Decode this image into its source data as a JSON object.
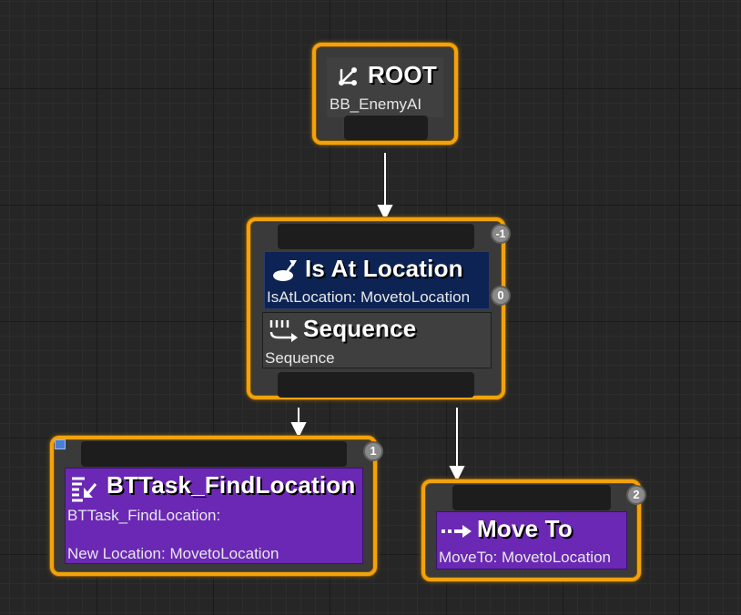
{
  "root": {
    "title": "ROOT",
    "blackboard": "BB_EnemyAI"
  },
  "decorator": {
    "title": "Is At Location",
    "detail": "IsAtLocation: MovetoLocation",
    "index": "0"
  },
  "composite": {
    "title": "Sequence",
    "detail": "Sequence",
    "index": "-1"
  },
  "task_find": {
    "title": "BTTask_FindLocation",
    "detail": "BTTask_FindLocation:",
    "param": "New Location: MovetoLocation",
    "index": "1"
  },
  "task_move": {
    "title": "Move To",
    "detail": "MoveTo: MovetoLocation",
    "index": "2"
  },
  "colors": {
    "node_border": "#f2a20c",
    "decorator_bg": "#0c2354",
    "task_bg": "#6a28b4",
    "wire": "#ffffff"
  },
  "icons": {
    "root": "branch-icon",
    "decorator": "decorator-location-icon",
    "composite": "sequence-icon",
    "task_find": "task-list-icon",
    "task_move": "move-arrow-icon"
  }
}
